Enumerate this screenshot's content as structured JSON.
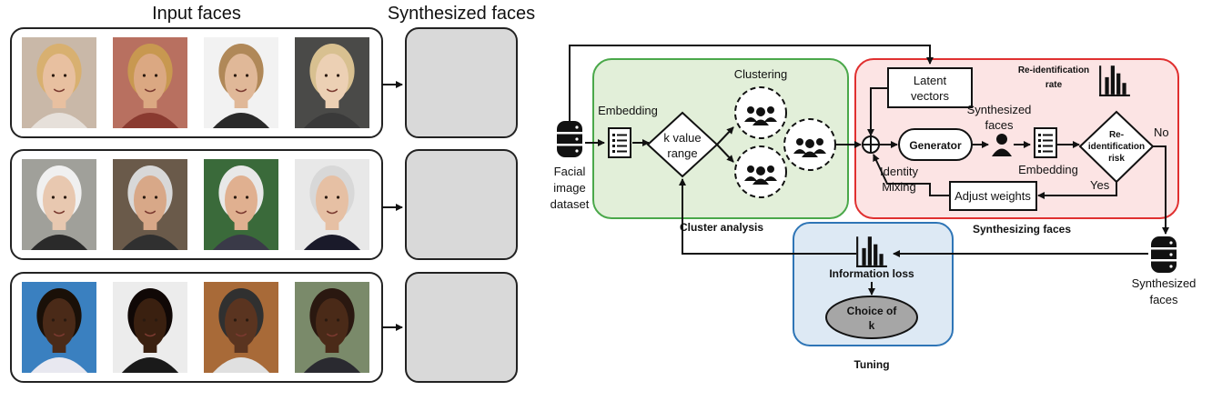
{
  "left_panel": {
    "input_title": "Input faces",
    "synth_title": "Synthesized faces",
    "rows": [
      {
        "inputs": [
          {
            "bg": "#c9b8a8",
            "skin": "#e8c0a0",
            "hair": "#d8b070",
            "shirt": "#e6e0da"
          },
          {
            "bg": "#b87060",
            "skin": "#dba882",
            "hair": "#c89850",
            "shirt": "#8a3a30"
          },
          {
            "bg": "#f2f2f2",
            "skin": "#e0b898",
            "hair": "#b08858",
            "shirt": "#2a2a2a"
          },
          {
            "bg": "#4a4a48",
            "skin": "#ecd0b4",
            "hair": "#d8c090",
            "shirt": "#3a3a3a"
          }
        ],
        "output": {
          "bg": "#9a8a78",
          "skin": "#e2b898",
          "hair": "#6a4530",
          "shirt": "#7a6858"
        }
      },
      {
        "inputs": [
          {
            "bg": "#a0a09a",
            "skin": "#e8c8b0",
            "hair": "#f0f0f0",
            "shirt": "#2a2a2a"
          },
          {
            "bg": "#6a5a4a",
            "skin": "#d8a888",
            "hair": "#d8d8d8",
            "shirt": "#303030"
          },
          {
            "bg": "#3a6a3a",
            "skin": "#e0b090",
            "hair": "#e8e8e8",
            "shirt": "#3a3a48"
          },
          {
            "bg": "#e8e8e8",
            "skin": "#e6c0a4",
            "hair": "#d8d8d8",
            "shirt": "#1a1a2a"
          }
        ],
        "output": {
          "bg": "#6a7a6a",
          "skin": "#e0b494",
          "hair": "#c8c0b0",
          "shirt": "#505a68"
        }
      },
      {
        "inputs": [
          {
            "bg": "#3a80c0",
            "skin": "#4a2a18",
            "hair": "#1a1008",
            "shirt": "#e8e8f0"
          },
          {
            "bg": "#ececec",
            "skin": "#3a2010",
            "hair": "#100806",
            "shirt": "#1a1a1a"
          },
          {
            "bg": "#a86a38",
            "skin": "#5a3420",
            "hair": "#303030",
            "shirt": "#e0e0e0"
          },
          {
            "bg": "#7a8a6a",
            "skin": "#4a2a18",
            "hair": "#2a1810",
            "shirt": "#2a2a30"
          }
        ],
        "output": {
          "bg": "#6a6a60",
          "skin": "#4a2c1a",
          "hair": "#141008",
          "shirt": "#3a3028"
        }
      }
    ]
  },
  "flow": {
    "dataset_label": [
      "Facial",
      "image",
      "dataset"
    ],
    "embedding_label": "Embedding",
    "k_range_label": [
      "k value",
      "range"
    ],
    "clustering_label": "Clustering",
    "cluster_analysis_title": "Cluster analysis",
    "latent_label": [
      "Latent",
      "vectors"
    ],
    "reid_rate_label": [
      "Re-identification",
      "rate"
    ],
    "synth_faces_label": [
      "Synthesized",
      "faces"
    ],
    "generator_label": "Generator",
    "embedding2_label": "Embedding",
    "reid_risk_label": [
      "Re-",
      "identification",
      "risk"
    ],
    "no_label": "No",
    "yes_label": "Yes",
    "identity_mixing_label": [
      "Identity",
      "Mixing"
    ],
    "adjust_weights_label": "Adjust weights",
    "synthesizing_title": "Synthesizing faces",
    "info_loss_label": "Information loss",
    "choice_label": [
      "Choice of",
      "k"
    ],
    "tuning_title": "Tuning",
    "synth_out_label": [
      "Synthesized",
      "faces"
    ]
  },
  "colors": {
    "cluster_fill": "#e2efd9",
    "cluster_stroke": "#4aa84a",
    "synth_fill": "#fce4e4",
    "synth_stroke": "#e03030",
    "tuning_fill": "#dde9f4",
    "tuning_stroke": "#2e75b6",
    "choice_fill": "#a6a6a6"
  },
  "icons": [
    "database-icon",
    "list-icon",
    "group-icon",
    "person-icon",
    "bar-chart-icon",
    "sum-circle-icon"
  ]
}
